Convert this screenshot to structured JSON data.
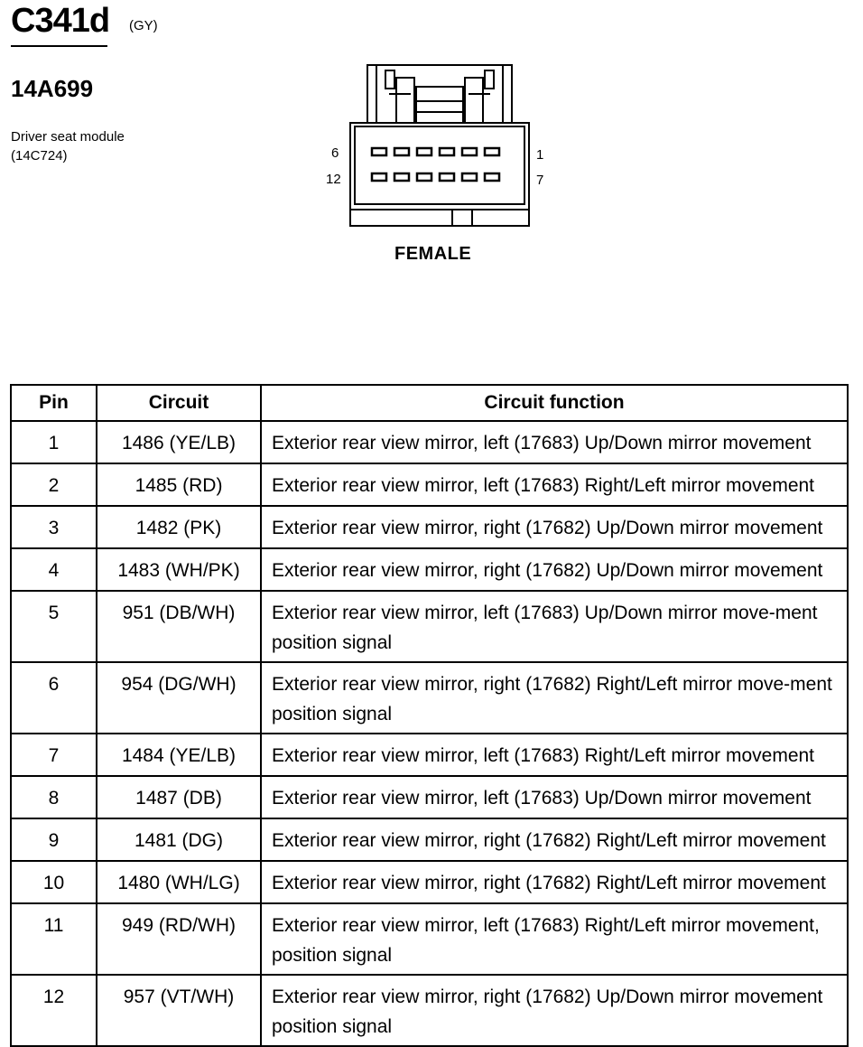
{
  "header": {
    "connector_id": "C341d",
    "color_code": "(GY)",
    "part_number": "14A699",
    "description_line1": "Driver seat module",
    "description_line2": "(14C724)"
  },
  "diagram": {
    "pin_top_left": "6",
    "pin_top_right": "1",
    "pin_bottom_left": "12",
    "pin_bottom_right": "7",
    "gender_label": "FEMALE"
  },
  "table": {
    "headers": {
      "pin": "Pin",
      "circuit": "Circuit",
      "function": "Circuit function"
    },
    "rows": [
      {
        "pin": "1",
        "circuit": "1486 (YE/LB)",
        "function": "Exterior rear view mirror, left (17683) Up/Down mirror movement"
      },
      {
        "pin": "2",
        "circuit": "1485 (RD)",
        "function": "Exterior rear view mirror, left (17683) Right/Left mirror movement"
      },
      {
        "pin": "3",
        "circuit": "1482 (PK)",
        "function": "Exterior rear view mirror, right (17682) Up/Down mirror movement"
      },
      {
        "pin": "4",
        "circuit": "1483 (WH/PK)",
        "function": "Exterior rear view mirror, right (17682) Up/Down mirror movement"
      },
      {
        "pin": "5",
        "circuit": "951 (DB/WH)",
        "function": "Exterior rear view mirror, left (17683) Up/Down mirror move-ment position signal"
      },
      {
        "pin": "6",
        "circuit": "954 (DG/WH)",
        "function": "Exterior rear view mirror, right (17682) Right/Left mirror move-ment position signal"
      },
      {
        "pin": "7",
        "circuit": "1484 (YE/LB)",
        "function": "Exterior rear view mirror, left (17683) Right/Left mirror movement"
      },
      {
        "pin": "8",
        "circuit": "1487 (DB)",
        "function": "Exterior rear view mirror, left (17683) Up/Down mirror movement"
      },
      {
        "pin": "9",
        "circuit": "1481 (DG)",
        "function": "Exterior rear view mirror, right (17682) Right/Left mirror movement"
      },
      {
        "pin": "10",
        "circuit": "1480 (WH/LG)",
        "function": "Exterior rear view mirror, right (17682) Right/Left mirror movement"
      },
      {
        "pin": "11",
        "circuit": "949 (RD/WH)",
        "function": "Exterior rear view mirror, left (17683) Right/Left mirror movement, position signal"
      },
      {
        "pin": "12",
        "circuit": "957 (VT/WH)",
        "function": "Exterior rear view mirror, right (17682) Up/Down mirror movement position signal"
      }
    ]
  }
}
